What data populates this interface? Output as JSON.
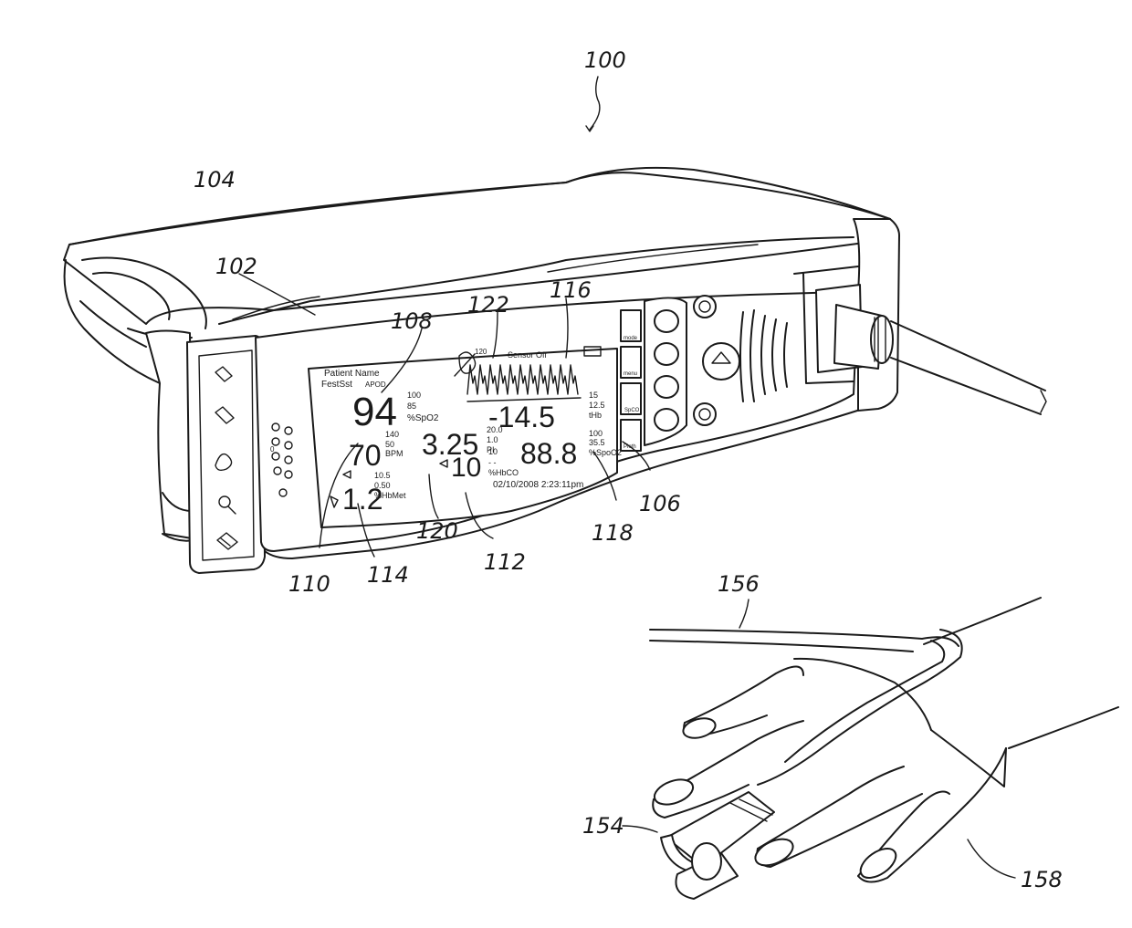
{
  "figure": {
    "refs": {
      "r100": "100",
      "r102": "102",
      "r104": "104",
      "r106": "106",
      "r108": "108",
      "r110": "110",
      "r112": "112",
      "r114": "114",
      "r116": "116",
      "r118": "118",
      "r120": "120",
      "r122": "122",
      "r154": "154",
      "r156": "156",
      "r158": "158"
    },
    "screen": {
      "patient_label": "Patient Name",
      "patient_name": "FestSst",
      "mode": "APOD",
      "sensor_status": "Sensor Off",
      "pleth_scale": "120",
      "spo2": {
        "value": "94",
        "hi": "100",
        "lo": "85",
        "unit": "%SpO2"
      },
      "hb": {
        "value": "-14.5",
        "hi": "15",
        "lo": "12.5",
        "unit": "tHb"
      },
      "pr": {
        "value": "70",
        "hi": "140",
        "lo": "50",
        "unit": "BPM"
      },
      "pi": {
        "value": "3.25",
        "hi": "20.0",
        "lo": "1.0",
        "unit": "PI"
      },
      "spoc": {
        "value": "88.8",
        "hi": "100",
        "lo": "35.5",
        "unit": "%SpoO2"
      },
      "hbco": {
        "value": "10",
        "hi": "10",
        "lo": "- -",
        "unit": "%HbCO"
      },
      "hbmet": {
        "value": "1.2",
        "hi": "10.5",
        "lo": "0.50",
        "unit": "%HbMet"
      },
      "datetime": "02/10/2008 2:23:11pm",
      "low_left_digit": "0",
      "soft_keys": [
        "mode",
        "menu",
        "SpCO",
        "Pleth"
      ]
    }
  }
}
